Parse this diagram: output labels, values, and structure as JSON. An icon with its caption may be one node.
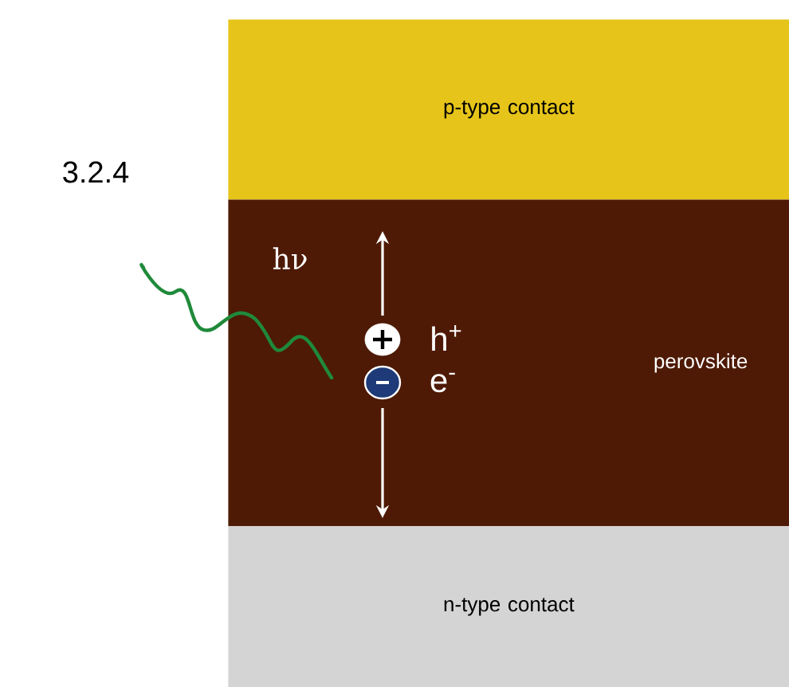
{
  "diagram": {
    "nodes": [
      {
        "text": [
          "p-type contact"
        ]
      },
      {
        "text": [
          "perovskite"
        ]
      },
      {
        "text": [
          "n-type contact"
        ]
      }
    ],
    "labels": [
      "3.2.4",
      "hν",
      "h$^{+}$",
      "e$^{-}$"
    ]
  }
}
